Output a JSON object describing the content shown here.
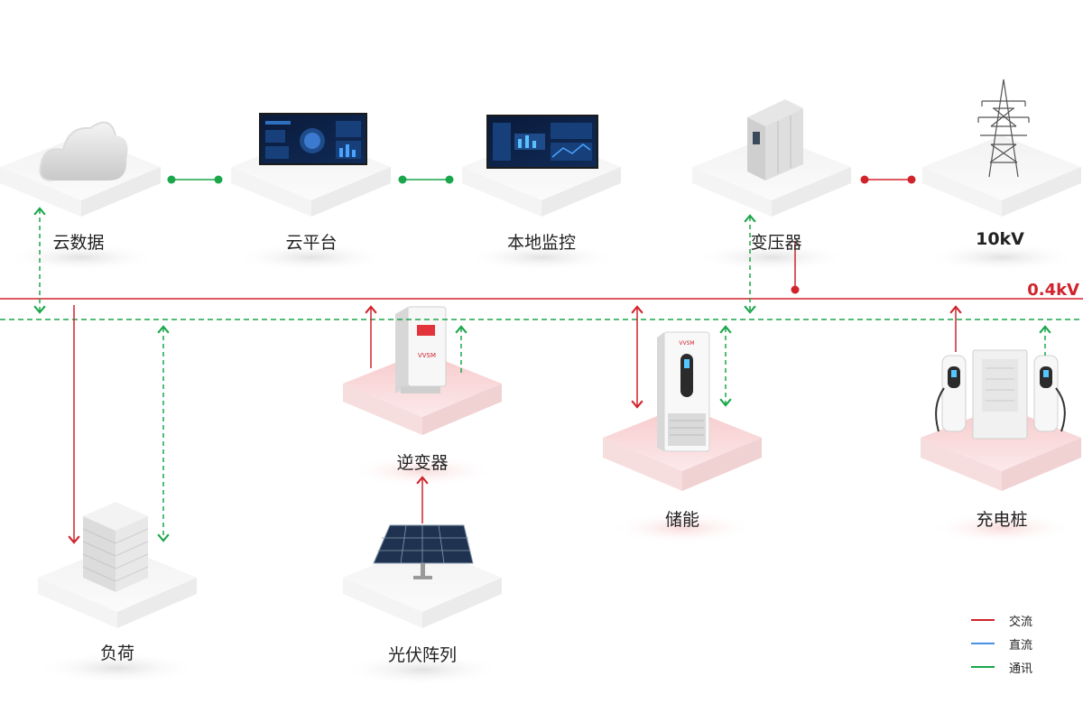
{
  "nodes": {
    "cloud_data": "云数据",
    "cloud_platform": "云平台",
    "local_monitor": "本地监控",
    "transformer": "变压器",
    "grid_10kv": "10kV",
    "load": "负荷",
    "inverter": "逆变器",
    "pv_array": "光伏阵列",
    "storage": "储能",
    "charging_pile": "充电桩"
  },
  "bus": {
    "label": "0.4kV"
  },
  "device_brand": "VVSM",
  "legend": [
    {
      "label": "交流",
      "color": "#d0232b"
    },
    {
      "label": "直流",
      "color": "#4a90e2"
    },
    {
      "label": "通讯",
      "color": "#1aa64a"
    }
  ]
}
